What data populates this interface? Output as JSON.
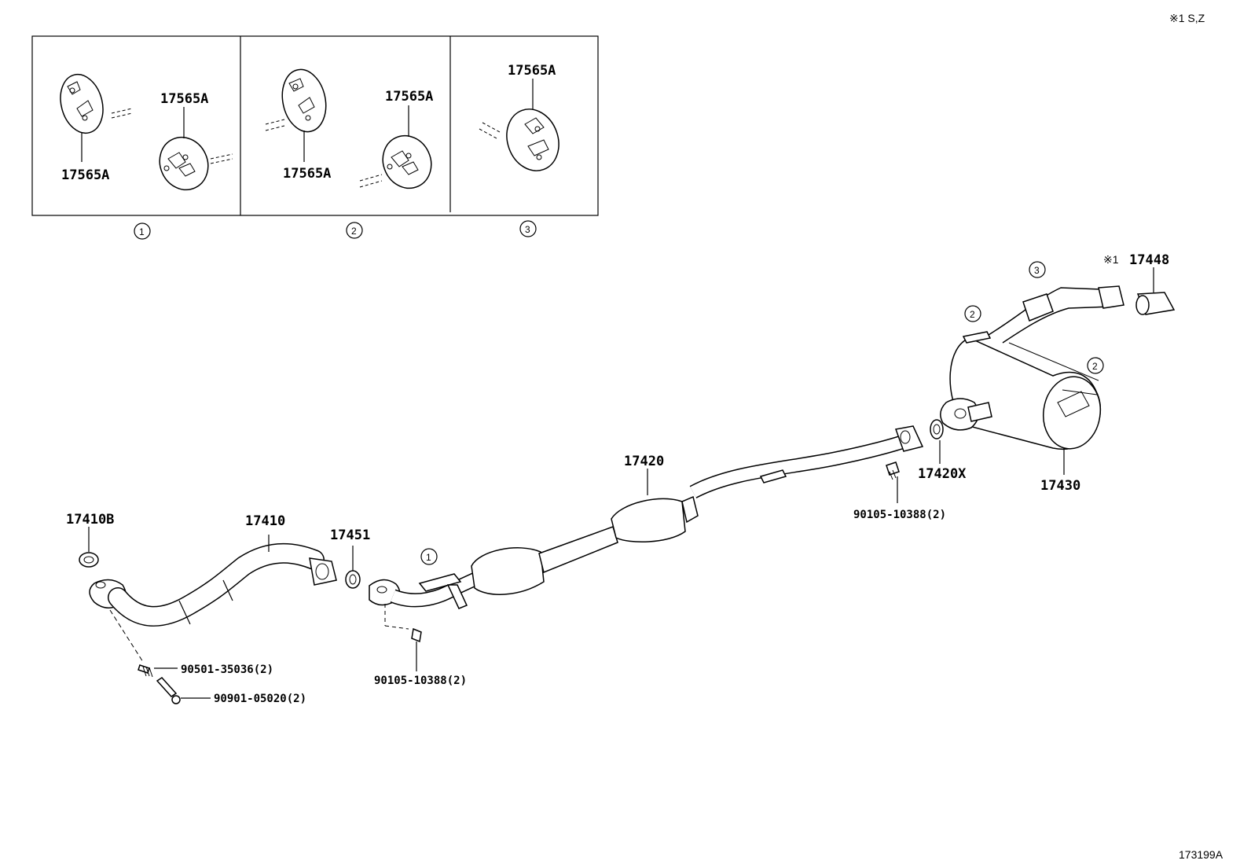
{
  "header": {
    "note": "※1 S,Z"
  },
  "footer": {
    "ref": "173199A"
  },
  "insets": [
    {
      "marker": "1",
      "labels": [
        "17565A",
        "17565A"
      ]
    },
    {
      "marker": "2",
      "labels": [
        "17565A",
        "17565A"
      ]
    },
    {
      "marker": "3",
      "labels": [
        "17565A"
      ]
    }
  ],
  "parts": {
    "p17410B": "17410B",
    "p17410": "17410",
    "p17451": "17451",
    "p17420": "17420",
    "p17420X": "17420X",
    "p17430": "17430",
    "p17448": "17448",
    "p17448_note": "※1",
    "p90501": "90501-35036(2)",
    "p90901": "90901-05020(2)",
    "p90105a": "90105-10388(2)",
    "p90105b": "90105-10388(2)"
  },
  "markers": {
    "m1": "1",
    "m2a": "2",
    "m2b": "2",
    "m3": "3"
  }
}
